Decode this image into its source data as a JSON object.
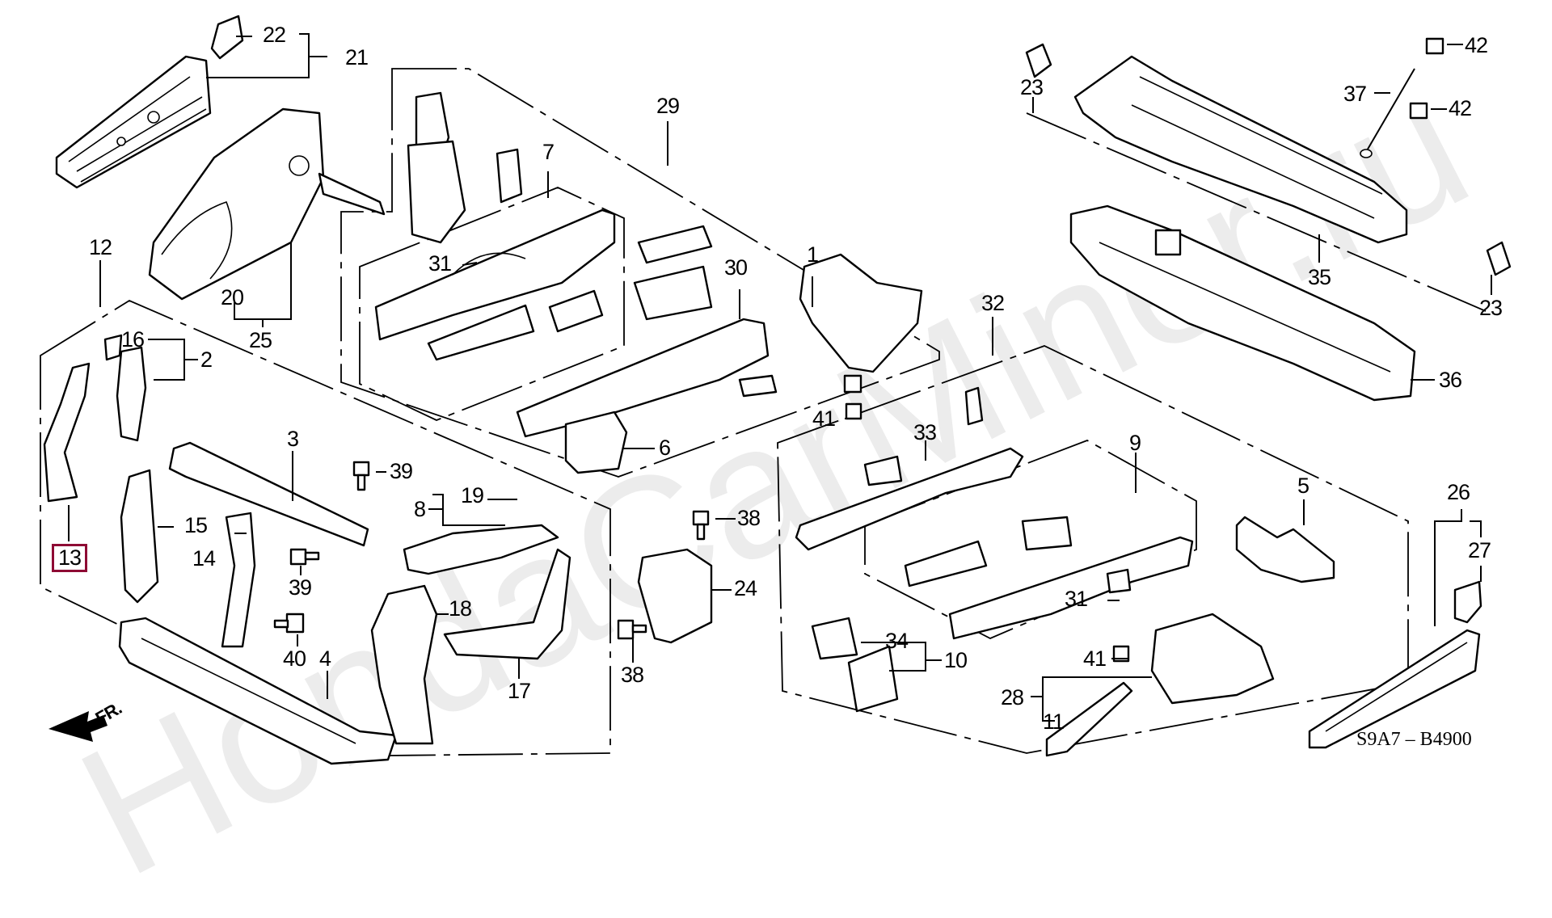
{
  "diagram": {
    "title_code": "S9A7 – B4900",
    "watermark": "HondaCarMiner.ru",
    "direction_indicator": "FR.",
    "highlighted_callout": "13",
    "highlight_color": "#8e0a34",
    "callouts": [
      {
        "id": "c22",
        "label": "22"
      },
      {
        "id": "c21",
        "label": "21"
      },
      {
        "id": "c29",
        "label": "29"
      },
      {
        "id": "c7",
        "label": "7"
      },
      {
        "id": "c31a",
        "label": "31"
      },
      {
        "id": "c30",
        "label": "30"
      },
      {
        "id": "c1",
        "label": "1"
      },
      {
        "id": "c20",
        "label": "20"
      },
      {
        "id": "c25",
        "label": "25"
      },
      {
        "id": "c12",
        "label": "12"
      },
      {
        "id": "c16",
        "label": "16"
      },
      {
        "id": "c2",
        "label": "2"
      },
      {
        "id": "c3",
        "label": "3"
      },
      {
        "id": "c39a",
        "label": "39"
      },
      {
        "id": "c19",
        "label": "19"
      },
      {
        "id": "c8",
        "label": "8"
      },
      {
        "id": "c15",
        "label": "15"
      },
      {
        "id": "c14",
        "label": "14"
      },
      {
        "id": "c39b",
        "label": "39"
      },
      {
        "id": "c18",
        "label": "18"
      },
      {
        "id": "c13",
        "label": "13"
      },
      {
        "id": "c40",
        "label": "40"
      },
      {
        "id": "c4",
        "label": "4"
      },
      {
        "id": "c17",
        "label": "17"
      },
      {
        "id": "c6",
        "label": "6"
      },
      {
        "id": "c41a",
        "label": "41"
      },
      {
        "id": "c38a",
        "label": "38"
      },
      {
        "id": "c24",
        "label": "24"
      },
      {
        "id": "c38b",
        "label": "38"
      },
      {
        "id": "c32",
        "label": "32"
      },
      {
        "id": "c33",
        "label": "33"
      },
      {
        "id": "c9",
        "label": "9"
      },
      {
        "id": "c31b",
        "label": "31"
      },
      {
        "id": "c5",
        "label": "5"
      },
      {
        "id": "c26",
        "label": "26"
      },
      {
        "id": "c27",
        "label": "27"
      },
      {
        "id": "c34",
        "label": "34"
      },
      {
        "id": "c10",
        "label": "10"
      },
      {
        "id": "c41b",
        "label": "41"
      },
      {
        "id": "c28",
        "label": "28"
      },
      {
        "id": "c11",
        "label": "11"
      },
      {
        "id": "c23a",
        "label": "23"
      },
      {
        "id": "c37",
        "label": "37"
      },
      {
        "id": "c42a",
        "label": "42"
      },
      {
        "id": "c42b",
        "label": "42"
      },
      {
        "id": "c35",
        "label": "35"
      },
      {
        "id": "c23b",
        "label": "23"
      },
      {
        "id": "c36",
        "label": "36"
      }
    ]
  }
}
